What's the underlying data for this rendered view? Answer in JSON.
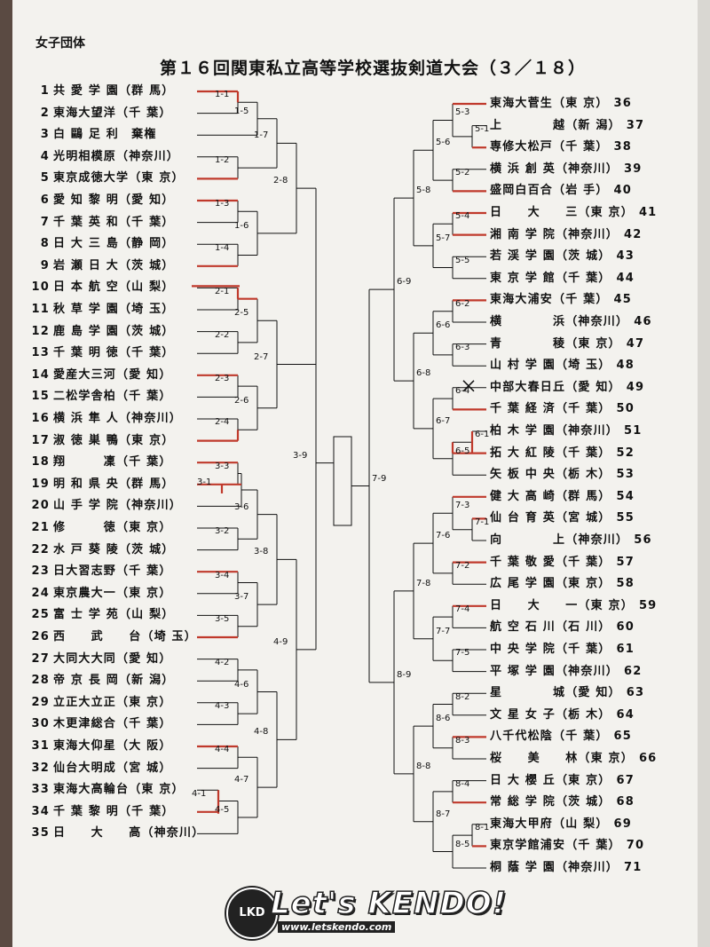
{
  "header": {
    "category": "女子団体",
    "title": "第１６回関東私立高等学校選抜剣道大会（３／１８）"
  },
  "left_teams": [
    {
      "num": "1",
      "name": "共 愛 学 園（群 馬）"
    },
    {
      "num": "2",
      "name": "東海大望洋（千 葉）"
    },
    {
      "num": "3",
      "name": "白 鷗 足 利　棄権"
    },
    {
      "num": "4",
      "name": "光明相模原（神奈川）"
    },
    {
      "num": "5",
      "name": "東京成徳大学（東 京）"
    },
    {
      "num": "6",
      "name": "愛 知 黎 明（愛 知）"
    },
    {
      "num": "7",
      "name": "千 葉 英 和（千 葉）"
    },
    {
      "num": "8",
      "name": "日 大 三 島（静 岡）"
    },
    {
      "num": "9",
      "name": "岩 瀬 日 大（茨 城）"
    },
    {
      "num": "10",
      "name": "日 本 航 空（山 梨）"
    },
    {
      "num": "11",
      "name": "秋 草 学 園（埼 玉）"
    },
    {
      "num": "12",
      "name": "鹿 島 学 園（茨 城）"
    },
    {
      "num": "13",
      "name": "千 葉 明 徳（千 葉）"
    },
    {
      "num": "14",
      "name": "愛産大三河（愛 知）"
    },
    {
      "num": "15",
      "name": "二松学舎柏（千 葉）"
    },
    {
      "num": "16",
      "name": "横 浜 隼 人（神奈川）"
    },
    {
      "num": "17",
      "name": "淑 徳 巣 鴨（東 京）"
    },
    {
      "num": "18",
      "name": "翔　　　凜（千 葉）"
    },
    {
      "num": "19",
      "name": "明 和 県 央（群 馬）"
    },
    {
      "num": "20",
      "name": "山 手 学 院（神奈川）"
    },
    {
      "num": "21",
      "name": "修　　　徳（東 京）"
    },
    {
      "num": "22",
      "name": "水 戸 葵 陵（茨 城）"
    },
    {
      "num": "23",
      "name": "日大習志野（千 葉）"
    },
    {
      "num": "24",
      "name": "東京農大一（東 京）"
    },
    {
      "num": "25",
      "name": "富 士 学 苑（山 梨）"
    },
    {
      "num": "26",
      "name": "西　　武　　台（埼 玉）"
    },
    {
      "num": "27",
      "name": "大同大大同（愛 知）"
    },
    {
      "num": "28",
      "name": "帝 京 長 岡（新 潟）"
    },
    {
      "num": "29",
      "name": "立正大立正（東 京）"
    },
    {
      "num": "30",
      "name": "木更津総合（千 葉）"
    },
    {
      "num": "31",
      "name": "東海大仰星（大 阪）"
    },
    {
      "num": "32",
      "name": "仙台大明成（宮 城）"
    },
    {
      "num": "33",
      "name": "東海大高輪台（東 京）"
    },
    {
      "num": "34",
      "name": "千 葉 黎 明（千 葉）"
    },
    {
      "num": "35",
      "name": "日　　大　　高（神奈川）"
    }
  ],
  "right_teams": [
    {
      "num": "36",
      "name": "東海大菅生（東 京）"
    },
    {
      "num": "37",
      "name": "上　　　　越（新 潟）"
    },
    {
      "num": "38",
      "name": "専修大松戸（千 葉）"
    },
    {
      "num": "39",
      "name": "横 浜 創 英（神奈川）"
    },
    {
      "num": "40",
      "name": "盛岡白百合（岩 手）"
    },
    {
      "num": "41",
      "name": "日　　大　　三（東 京）"
    },
    {
      "num": "42",
      "name": "湘 南 学 院（神奈川）"
    },
    {
      "num": "43",
      "name": "若 渓 学 園（茨 城）"
    },
    {
      "num": "44",
      "name": "東 京 学 館（千 葉）"
    },
    {
      "num": "45",
      "name": "東海大浦安（千 葉）"
    },
    {
      "num": "46",
      "name": "横　　　　浜（神奈川）"
    },
    {
      "num": "47",
      "name": "青　　　　稜（東 京）"
    },
    {
      "num": "48",
      "name": "山 村 学 園（埼 玉）"
    },
    {
      "num": "49",
      "name": "中部大春日丘（愛 知）"
    },
    {
      "num": "50",
      "name": "千 葉 経 済（千 葉）"
    },
    {
      "num": "51",
      "name": "柏 木 学 園（神奈川）"
    },
    {
      "num": "52",
      "name": "拓 大 紅 陵（千 葉）"
    },
    {
      "num": "53",
      "name": "矢 板 中 央（栃 木）"
    },
    {
      "num": "54",
      "name": "健 大 高 崎（群 馬）"
    },
    {
      "num": "55",
      "name": "仙 台 育 英（宮 城）"
    },
    {
      "num": "56",
      "name": "向　　　　上（神奈川）"
    },
    {
      "num": "57",
      "name": "千 葉 敬 愛（千 葉）"
    },
    {
      "num": "58",
      "name": "広 尾 学 園（東 京）"
    },
    {
      "num": "59",
      "name": "日　　大　　一（東 京）"
    },
    {
      "num": "60",
      "name": "航 空 石 川（石 川）"
    },
    {
      "num": "61",
      "name": "中 央 学 院（千 葉）"
    },
    {
      "num": "62",
      "name": "平 塚 学 園（神奈川）"
    },
    {
      "num": "63",
      "name": "星　　　　城（愛 知）"
    },
    {
      "num": "64",
      "name": "文 星 女 子（栃 木）"
    },
    {
      "num": "65",
      "name": "八千代松陰（千 葉）"
    },
    {
      "num": "66",
      "name": "桜　　美　　林（東 京）"
    },
    {
      "num": "67",
      "name": "日 大 櫻 丘（東 京）"
    },
    {
      "num": "68",
      "name": "常 総 学 院（茨 城）"
    },
    {
      "num": "69",
      "name": "東海大甲府（山 梨）"
    },
    {
      "num": "70",
      "name": "東京学館浦安（千 葉）"
    },
    {
      "num": "71",
      "name": "桐 蔭 学 園（神奈川）"
    }
  ],
  "left_match_labels": [
    "1-1",
    "1-2",
    "1-3",
    "1-4",
    "1-5",
    "1-6",
    "1-7",
    "2-1",
    "2-2",
    "2-3",
    "2-4",
    "2-5",
    "2-6",
    "2-7",
    "2-8",
    "3-1",
    "3-2",
    "3-3",
    "3-4",
    "3-5",
    "3-6",
    "3-7",
    "3-8",
    "3-9",
    "4-1",
    "4-2",
    "4-3",
    "4-4",
    "4-5",
    "4-6",
    "4-7",
    "4-8",
    "4-9"
  ],
  "right_match_labels": [
    "5-1",
    "5-2",
    "5-3",
    "5-4",
    "5-5",
    "5-6",
    "5-7",
    "5-8",
    "6-1",
    "6-2",
    "6-3",
    "6-4",
    "6-5",
    "6-6",
    "6-7",
    "6-8",
    "6-9",
    "7-1",
    "7-2",
    "7-3",
    "7-4",
    "7-5",
    "7-6",
    "7-7",
    "7-8",
    "7-9",
    "8-1",
    "8-2",
    "8-3",
    "8-4",
    "8-5",
    "8-6",
    "8-7",
    "8-8",
    "8-9"
  ],
  "logo": {
    "badge": "LKD",
    "text": "Let's KENDO!",
    "url": "www.letskendo.com"
  },
  "colors": {
    "paper": "#f3f2ee",
    "ink": "#111111",
    "winner_mark": "#c0392b"
  }
}
